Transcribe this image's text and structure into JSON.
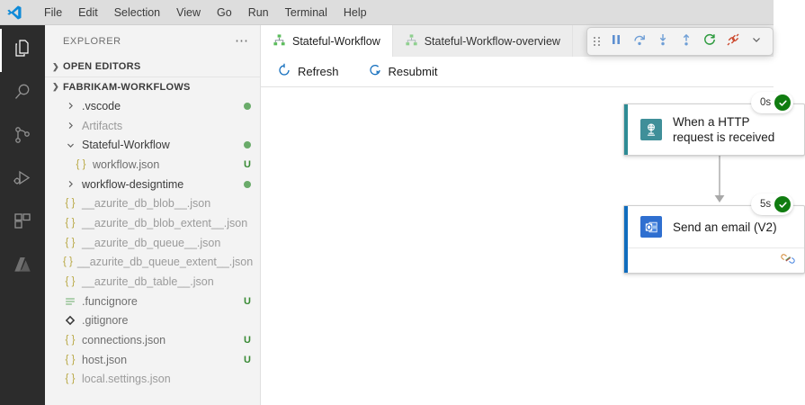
{
  "window": {
    "logo_icon": "vscode-logo",
    "menu": [
      {
        "label": "File"
      },
      {
        "label": "Edit"
      },
      {
        "label": "Selection"
      },
      {
        "label": "View"
      },
      {
        "label": "Go"
      },
      {
        "label": "Run"
      },
      {
        "label": "Terminal"
      },
      {
        "label": "Help"
      }
    ]
  },
  "activity_bar": {
    "items": [
      {
        "name": "explorer",
        "icon": "files-icon",
        "active": true
      },
      {
        "name": "search",
        "icon": "search-icon",
        "active": false
      },
      {
        "name": "source-control",
        "icon": "source-control-icon",
        "active": false
      },
      {
        "name": "run-and-debug",
        "icon": "run-debug-icon",
        "active": false
      },
      {
        "name": "extensions",
        "icon": "extensions-icon",
        "active": false
      },
      {
        "name": "azure",
        "icon": "azure-icon",
        "active": false
      }
    ]
  },
  "sidebar": {
    "title": "EXPLORER",
    "more_actions_icon": "ellipsis-icon",
    "open_editors": {
      "label": "OPEN EDITORS",
      "expanded": false,
      "chevron": "chevron-right-icon"
    },
    "workspace": {
      "label": "FABRIKAM-WORKFLOWS",
      "expanded": true,
      "chevron": "chevron-down-icon"
    },
    "tree": [
      {
        "label": ".vscode",
        "type": "folder",
        "indent": 1,
        "expanded": false,
        "badge": "",
        "dot": true,
        "muted": false
      },
      {
        "label": "Artifacts",
        "type": "folder",
        "indent": 1,
        "expanded": false,
        "badge": "",
        "dot": false,
        "muted": true
      },
      {
        "label": "Stateful-Workflow",
        "type": "folder",
        "indent": 1,
        "expanded": true,
        "badge": "",
        "dot": true,
        "muted": false
      },
      {
        "label": "workflow.json",
        "type": "json",
        "indent": 2,
        "expanded": false,
        "badge": "U",
        "dot": false,
        "muted": false
      },
      {
        "label": "workflow-designtime",
        "type": "folder",
        "indent": 1,
        "expanded": false,
        "badge": "",
        "dot": true,
        "muted": false
      },
      {
        "label": "__azurite_db_blob__.json",
        "type": "json",
        "indent": 1,
        "expanded": false,
        "badge": "",
        "dot": false,
        "muted": true
      },
      {
        "label": "__azurite_db_blob_extent__.json",
        "type": "json",
        "indent": 1,
        "expanded": false,
        "badge": "",
        "dot": false,
        "muted": true
      },
      {
        "label": "__azurite_db_queue__.json",
        "type": "json",
        "indent": 1,
        "expanded": false,
        "badge": "",
        "dot": false,
        "muted": true
      },
      {
        "label": "__azurite_db_queue_extent__.json",
        "type": "json",
        "indent": 1,
        "expanded": false,
        "badge": "",
        "dot": false,
        "muted": true
      },
      {
        "label": "__azurite_db_table__.json",
        "type": "json",
        "indent": 1,
        "expanded": false,
        "badge": "",
        "dot": false,
        "muted": true
      },
      {
        "label": ".funcignore",
        "type": "text",
        "indent": 1,
        "expanded": false,
        "badge": "U",
        "dot": false,
        "muted": false
      },
      {
        "label": ".gitignore",
        "type": "git",
        "indent": 1,
        "expanded": false,
        "badge": "",
        "dot": false,
        "muted": false
      },
      {
        "label": "connections.json",
        "type": "json",
        "indent": 1,
        "expanded": false,
        "badge": "U",
        "dot": false,
        "muted": false
      },
      {
        "label": "host.json",
        "type": "json",
        "indent": 1,
        "expanded": false,
        "badge": "U",
        "dot": false,
        "muted": false
      },
      {
        "label": "local.settings.json",
        "type": "json",
        "indent": 1,
        "expanded": false,
        "badge": "",
        "dot": false,
        "muted": true
      }
    ]
  },
  "editor": {
    "tabs": [
      {
        "label": "Stateful-Workflow",
        "icon": "workflow-icon",
        "active": true
      },
      {
        "label": "Stateful-Workflow-overview",
        "icon": "workflow-icon",
        "active": false
      }
    ]
  },
  "debug_toolbar": {
    "grip_icon": "drag-grip-icon",
    "buttons": [
      {
        "name": "pause-button",
        "icon": "pause-icon",
        "color": "#6e9ed6"
      },
      {
        "name": "step-over-button",
        "icon": "step-over-icon",
        "color": "#6e9ed6"
      },
      {
        "name": "step-into-button",
        "icon": "step-into-icon",
        "color": "#6e9ed6"
      },
      {
        "name": "step-out-button",
        "icon": "step-out-icon",
        "color": "#6e9ed6"
      },
      {
        "name": "restart-button",
        "icon": "restart-icon",
        "color": "#2e9b3f"
      },
      {
        "name": "disconnect-button",
        "icon": "disconnect-icon",
        "color": "#cc4a2f"
      },
      {
        "name": "more-button",
        "icon": "chevron-down-icon",
        "color": "#5a5a5a"
      }
    ]
  },
  "command_bar": {
    "commands": [
      {
        "label": "Refresh",
        "icon": "refresh-icon"
      },
      {
        "label": "Resubmit",
        "icon": "resubmit-icon"
      }
    ]
  },
  "workflow": {
    "nodes": [
      {
        "title": "When a HTTP request is received",
        "icon": "http-request-icon",
        "accent_color": "#2e8b94",
        "icon_bg": "#3f8f99",
        "duration": "0s",
        "status": "succeeded",
        "status_icon": "check-circle-icon",
        "has_subrow": false
      },
      {
        "title": "Send an email (V2)",
        "icon": "outlook-icon",
        "accent_color": "#0f6cbd",
        "icon_bg": "#2f6fd0",
        "duration": "5s",
        "status": "succeeded",
        "status_icon": "check-circle-icon",
        "has_subrow": true,
        "subrow_icon": "connection-link-icon"
      }
    ],
    "connector": {
      "icon": "arrow-down-icon",
      "color": "#a8a8a8"
    }
  },
  "colors": {
    "accent_blue": "#0f6cbd",
    "success_green": "#107c10",
    "teal": "#2e8b94",
    "sidebar_bg": "#f3f3f3",
    "activitybar_bg": "#2c2c2c"
  }
}
